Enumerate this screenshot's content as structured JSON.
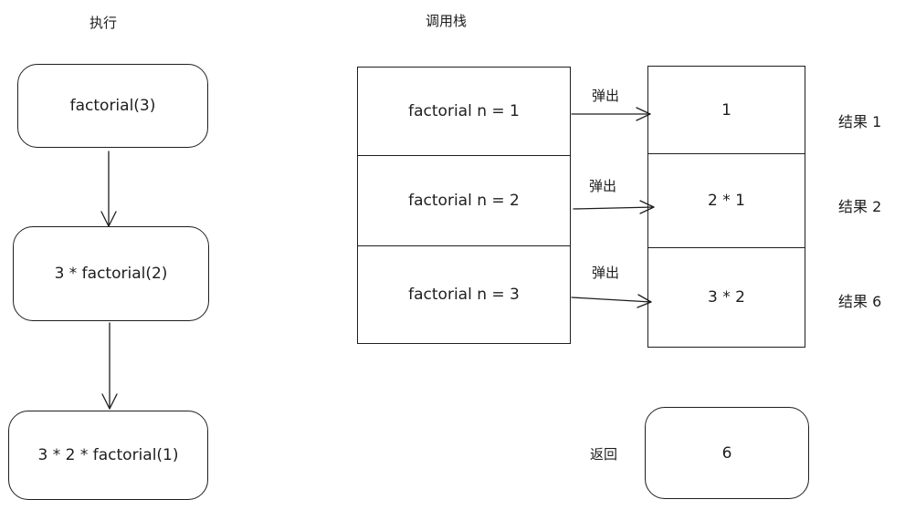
{
  "headings": {
    "execution": "执行",
    "call_stack": "调用栈"
  },
  "execution": {
    "steps": [
      "factorial(3)",
      "3 * factorial(2)",
      "3 * 2 * factorial(1)"
    ]
  },
  "call_stack": {
    "frames": [
      "factorial n = 1",
      "factorial n = 2",
      "factorial n = 3"
    ],
    "pop_label": "弹出",
    "results": [
      "1",
      "2 * 1",
      "3 * 2"
    ],
    "result_labels": [
      "结果 1",
      "结果 2",
      "结果 6"
    ]
  },
  "return": {
    "label": "返回",
    "value": "6"
  }
}
